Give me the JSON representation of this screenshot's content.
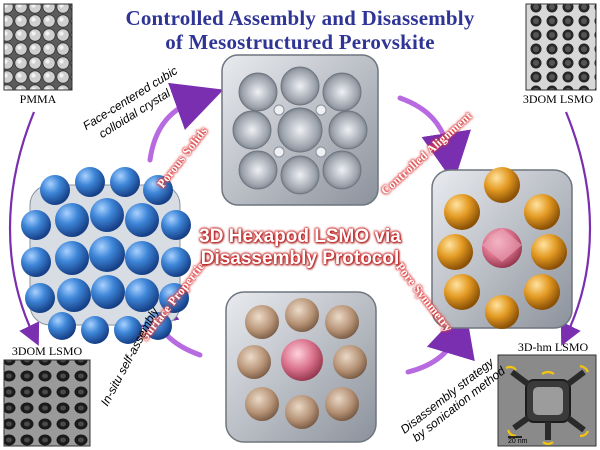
{
  "title": {
    "line1": "Controlled Assembly and Disassembly",
    "line2": "of Mesostructured Perovskite"
  },
  "center": {
    "line1": "3D Hexapod LSMO via",
    "line2": "Disassembly Protocol"
  },
  "panels": {
    "top_left": "PMMA",
    "top_right": "3DOM LSMO",
    "bottom_left": "3DOM LSMO",
    "bottom_right": "3D-hm LSMO"
  },
  "properties": {
    "porous_solids": "Porous Solids",
    "controlled_alignment": "Controlled Alignment",
    "surface_properties": "Surface Properties",
    "pore_symmetry": "Pore Symmetry"
  },
  "notes": {
    "fcc_line1": "Face-centered cubic",
    "fcc_line2": "colloidal crystal",
    "in_situ": "In-situ self-assembly",
    "disassembly_line1": "Disassembly strategy",
    "disassembly_line2": "by sonication method",
    "scale_bar": "20 nm"
  },
  "colors": {
    "title": "#2f3596",
    "arrow": "#9b3fc9",
    "center_text_outline": "#c62020",
    "sphere_blue": "#2f6fc4",
    "sphere_orange": "#e39a22",
    "sphere_pink": "#d9708a",
    "scaffold": "#c9ccd2",
    "tem_marker": "#f2c40f"
  },
  "icons": [
    "curved-arrow",
    "scaffold-cube",
    "colloid-cube",
    "tem-micrograph"
  ]
}
